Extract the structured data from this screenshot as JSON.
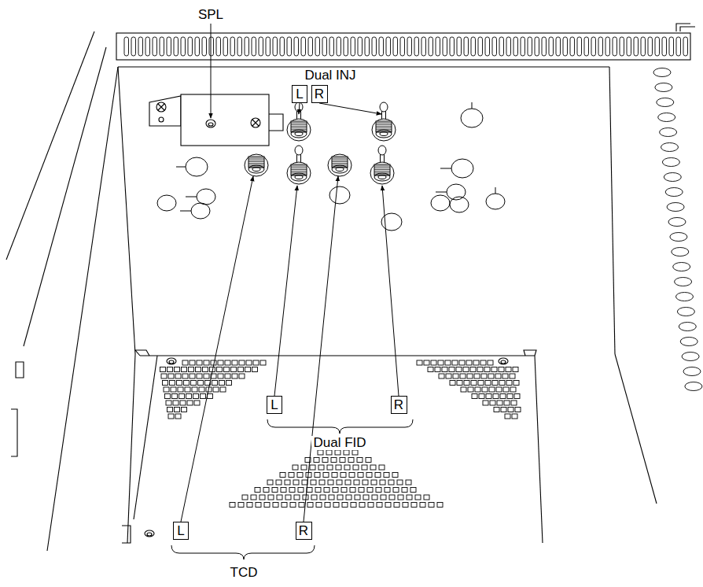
{
  "diagram": {
    "nodes": [
      {
        "text": [
          "L"
        ]
      },
      {
        "text": [
          "R"
        ]
      },
      {
        "text": [
          "L"
        ]
      },
      {
        "text": [
          "R"
        ]
      },
      {
        "text": [
          "L"
        ]
      },
      {
        "text": [
          "R"
        ]
      }
    ],
    "labels": [
      "SPL",
      "Dual INJ",
      "Dual FID",
      "TCD"
    ]
  }
}
